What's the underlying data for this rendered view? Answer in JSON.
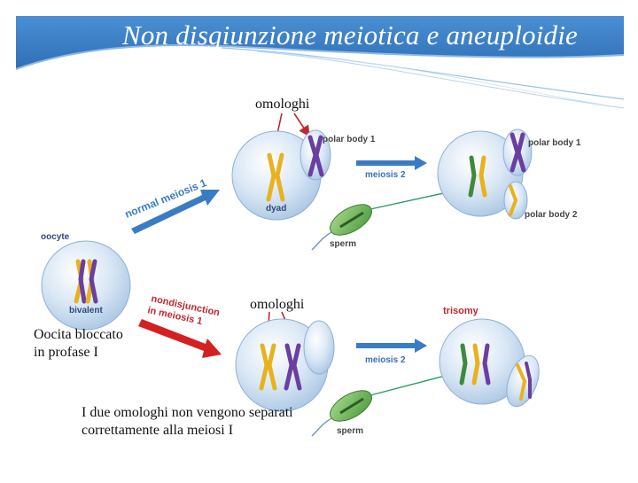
{
  "slide": {
    "title": "Non disgiunzione meiotica e aneuploidie"
  },
  "labels": {
    "homologs_top": "omologhi",
    "homologs_bottom": "omologhi",
    "oocyte": "oocyte",
    "bivalent": "bivalent",
    "normal_meiosis": "normal meiosis 1",
    "nondisjunction_line1": "nondisjunction",
    "nondisjunction_line2": "in meiosis 1",
    "dyad": "dyad",
    "polar_body_1_top": "polar body 1",
    "meiosis2_top": "meiosis 2",
    "polar_body_1_right": "polar body 1",
    "polar_body_2": "polar body 2",
    "sperm_top": "sperm",
    "trisomy": "trisomy",
    "meiosis2_bottom": "meiosis 2",
    "sperm_bottom": "sperm"
  },
  "notes": {
    "oocyte_blocked_line1": "Oocita bloccato",
    "oocyte_blocked_line2": "in profase I",
    "homologs_not_separated_line1": "I due omologhi non vengono separati",
    "homologs_not_separated_line2": "correttamente alla meiosi I"
  },
  "colors": {
    "title_band": "#3a7cc4",
    "cell_fill": "#c9dcef",
    "chrom_yellow": "#e8b21e",
    "chrom_purple": "#6a3fa0",
    "chrom_green": "#3f8a3a",
    "arrow_blue": "#3a7cc4",
    "arrow_red": "#d42020",
    "label_red": "#c0282e",
    "label_blue": "#3a6fb3",
    "pointer_line": "#c0282e",
    "sperm_line": "#2b9a66"
  }
}
